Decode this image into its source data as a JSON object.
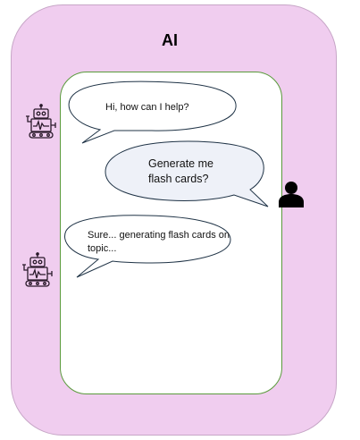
{
  "title": "AI",
  "messages": [
    {
      "sender": "bot",
      "text": "Hi, how can I help?"
    },
    {
      "sender": "user",
      "text": "Generate me flash cards?"
    },
    {
      "sender": "bot",
      "text": "Sure... generating flash cards on topic..."
    }
  ],
  "icons": {
    "bot": "robot-icon",
    "user": "person-icon"
  },
  "colors": {
    "outer_fill": "#f0cdef",
    "panel_border": "#5a9a3c",
    "bubble_fill_user": "#eef1f8",
    "bubble_stroke": "#1f3346"
  }
}
